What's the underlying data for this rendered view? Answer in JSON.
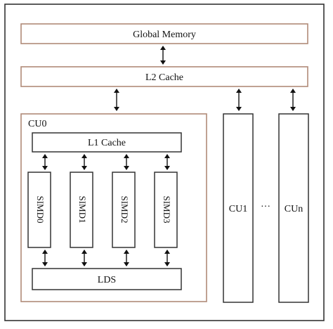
{
  "diagram": {
    "global_memory": "Global Memory",
    "l2_cache": "L2 Cache",
    "cu0": "CU0",
    "l1_cache": "L1 Cache",
    "simd": [
      "SIMD0",
      "SIMD1",
      "SIMD2",
      "SIMD3"
    ],
    "lds": "LDS",
    "cu1": "CU1",
    "ellipsis": "···",
    "cun": "CUn"
  },
  "colors": {
    "border_dark": "#333333",
    "border_tan": "#b08a78",
    "text": "#111111"
  }
}
